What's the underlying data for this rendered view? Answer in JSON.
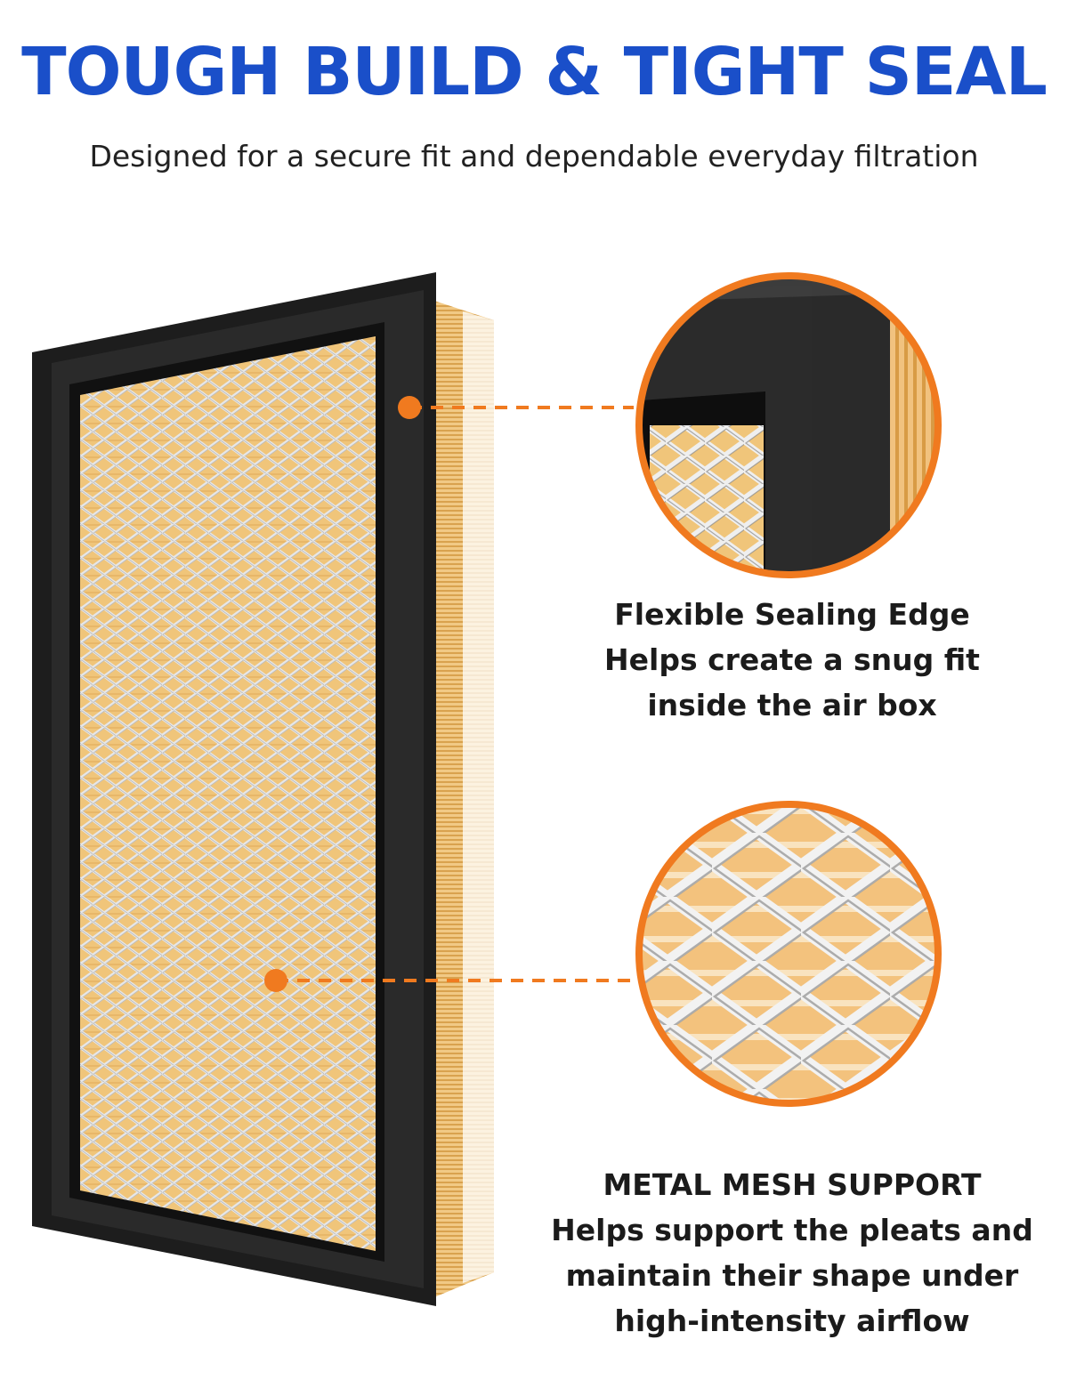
{
  "banner": {
    "title": "TOUGH BUILD & TIGHT SEAL",
    "subtitle": "Designed for a secure fit and dependable everyday filtration"
  },
  "callouts": [
    {
      "id": "sealing-edge",
      "lines": [
        "Flexible Sealing Edge",
        "Helps create a snug fit",
        "inside the air box"
      ]
    },
    {
      "id": "metal-mesh",
      "lines": [
        "METAL MESH SUPPORT",
        "Helps support the pleats and",
        "maintain their shape under",
        "high-intensity airflow"
      ]
    }
  ],
  "colors": {
    "title_blue": "#1a4fc9",
    "accent_orange": "#f07a1f",
    "frame_black": "#1c1c1c",
    "pleat_yellow": "#f0c57a",
    "mesh_silver": "#d9d9d9"
  }
}
